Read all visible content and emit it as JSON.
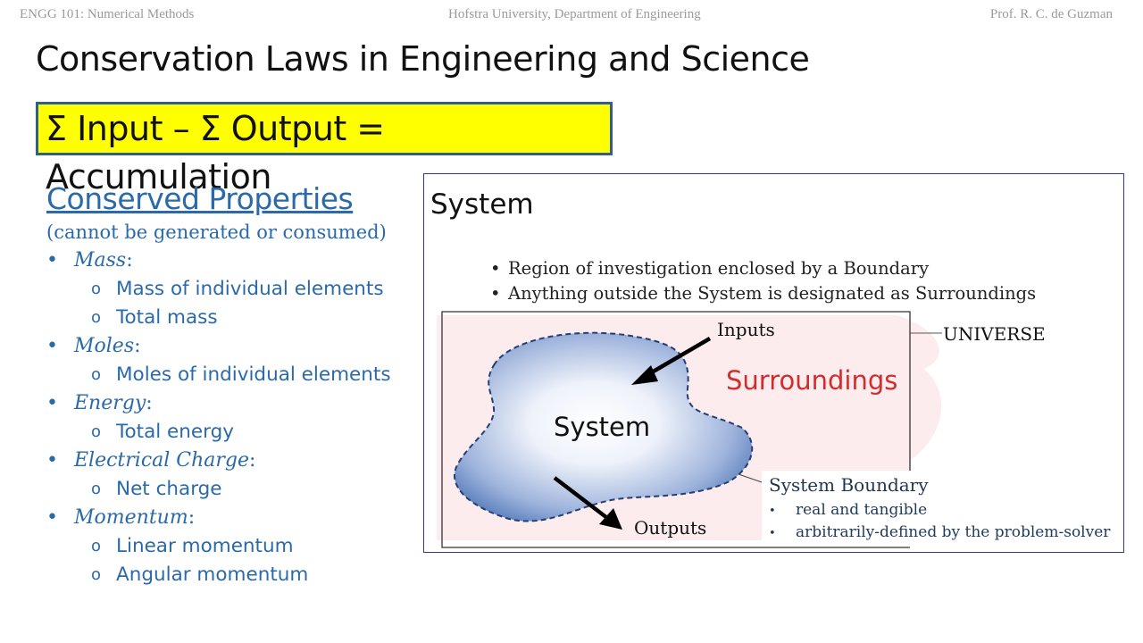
{
  "header": {
    "course": "ENGG 101: Numerical Methods",
    "institution": "Hofstra University, Department of Engineering",
    "instructor": "Prof. R. C. de Guzman"
  },
  "title": "Conservation Laws in Engineering and Science",
  "equation": "Σ Input – Σ Output = Accumulation",
  "conserved": {
    "title": "Conserved Properties",
    "subtitle": "(cannot be generated or consumed)",
    "items": [
      {
        "label": "Mass",
        "subs": [
          "Mass of individual elements",
          "Total mass"
        ]
      },
      {
        "label": "Moles",
        "subs": [
          "Moles of individual elements"
        ]
      },
      {
        "label": "Energy",
        "subs": [
          "Total energy"
        ]
      },
      {
        "label": "Electrical Charge",
        "subs": [
          "Net charge"
        ]
      },
      {
        "label": "Momentum",
        "subs": [
          "Linear momentum",
          "Angular momentum"
        ]
      }
    ]
  },
  "system_panel": {
    "title": "System",
    "bullets": [
      "Region of investigation enclosed by a Boundary",
      "Anything outside the System is designated as Surroundings"
    ],
    "diagram": {
      "inputs": "Inputs",
      "outputs": "Outputs",
      "system": "System",
      "surroundings": "Surroundings",
      "universe": "UNIVERSE",
      "boundary_title": "System Boundary",
      "boundary_items": [
        "real and tangible",
        "arbitrarily-defined by the problem-solver"
      ]
    }
  },
  "colors": {
    "accent_blue": "#2b6aa8",
    "equation_bg": "#ffff00",
    "surroundings_red": "#d22d2d"
  }
}
